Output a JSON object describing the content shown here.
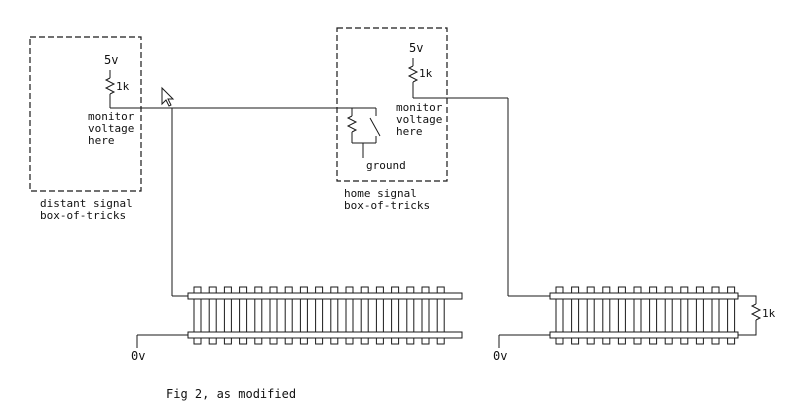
{
  "distant_box": {
    "supply_label": "5v",
    "resistor_label": "1k",
    "monitor_label": "monitor\nvoltage\nhere",
    "caption": "distant signal\nbox-of-tricks"
  },
  "home_box": {
    "supply_label": "5v",
    "resistor_label": "1k",
    "monitor_label": "monitor\nvoltage\nhere",
    "ground_label": "ground",
    "caption": "home signal\nbox-of-tricks"
  },
  "track_left": {
    "ground_label": "0v"
  },
  "track_right": {
    "ground_label": "0v",
    "resistor_label": "1k"
  },
  "figure_caption": "Fig 2, as modified",
  "colors": {
    "line": "#1a1a1a",
    "background": "#ffffff"
  }
}
